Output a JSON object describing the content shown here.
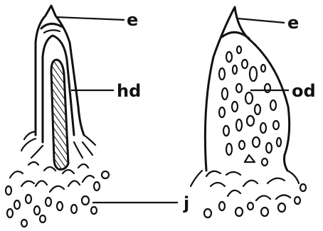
{
  "labels": {
    "left_enamel": "e",
    "left_hard_dentine": "hd",
    "bone": "j",
    "right_enamel": "e",
    "right_osteodentine": "od"
  },
  "colors": {
    "ink": "#111111",
    "paper": "#ffffff"
  }
}
